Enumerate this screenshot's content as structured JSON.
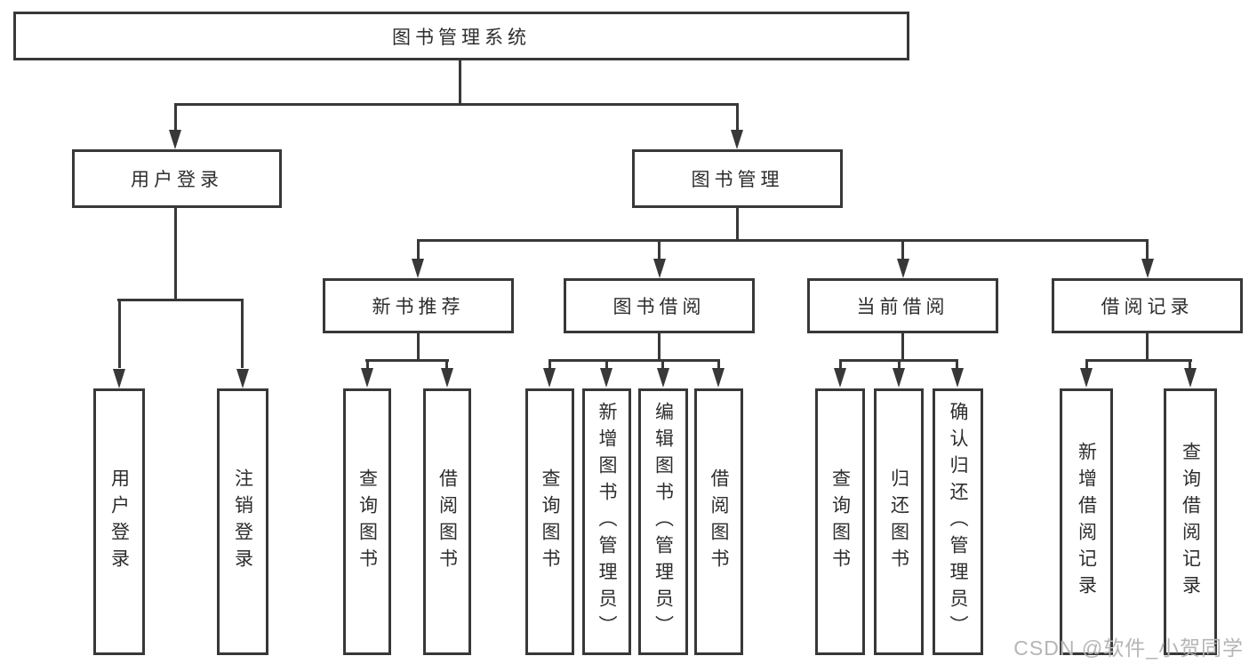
{
  "tree": {
    "root": {
      "label": "图书管理系统",
      "children": [
        {
          "label": "用户登录",
          "children": [
            {
              "label": "用户登录"
            },
            {
              "label": "注销登录"
            }
          ]
        },
        {
          "label": "图书管理",
          "children": [
            {
              "label": "新书推荐",
              "children": [
                {
                  "label": "查询图书"
                },
                {
                  "label": "借阅图书"
                }
              ]
            },
            {
              "label": "图书借阅",
              "children": [
                {
                  "label": "查询图书"
                },
                {
                  "label": "新增图书（管理员）"
                },
                {
                  "label": "编辑图书（管理员）"
                },
                {
                  "label": "借阅图书"
                }
              ]
            },
            {
              "label": "当前借阅",
              "children": [
                {
                  "label": "查询图书"
                },
                {
                  "label": "归还图书"
                },
                {
                  "label": "确认归还（管理员）"
                }
              ]
            },
            {
              "label": "借阅记录",
              "children": [
                {
                  "label": "新增借阅记录"
                },
                {
                  "label": "查询借阅记录"
                }
              ]
            }
          ]
        }
      ]
    }
  },
  "watermark": {
    "text": "CSDN @软件_小贺同学"
  },
  "colors": {
    "line": "#383838",
    "text": "#2d2d2d",
    "background": "#ffffff",
    "watermark": "#b5b5b5"
  }
}
